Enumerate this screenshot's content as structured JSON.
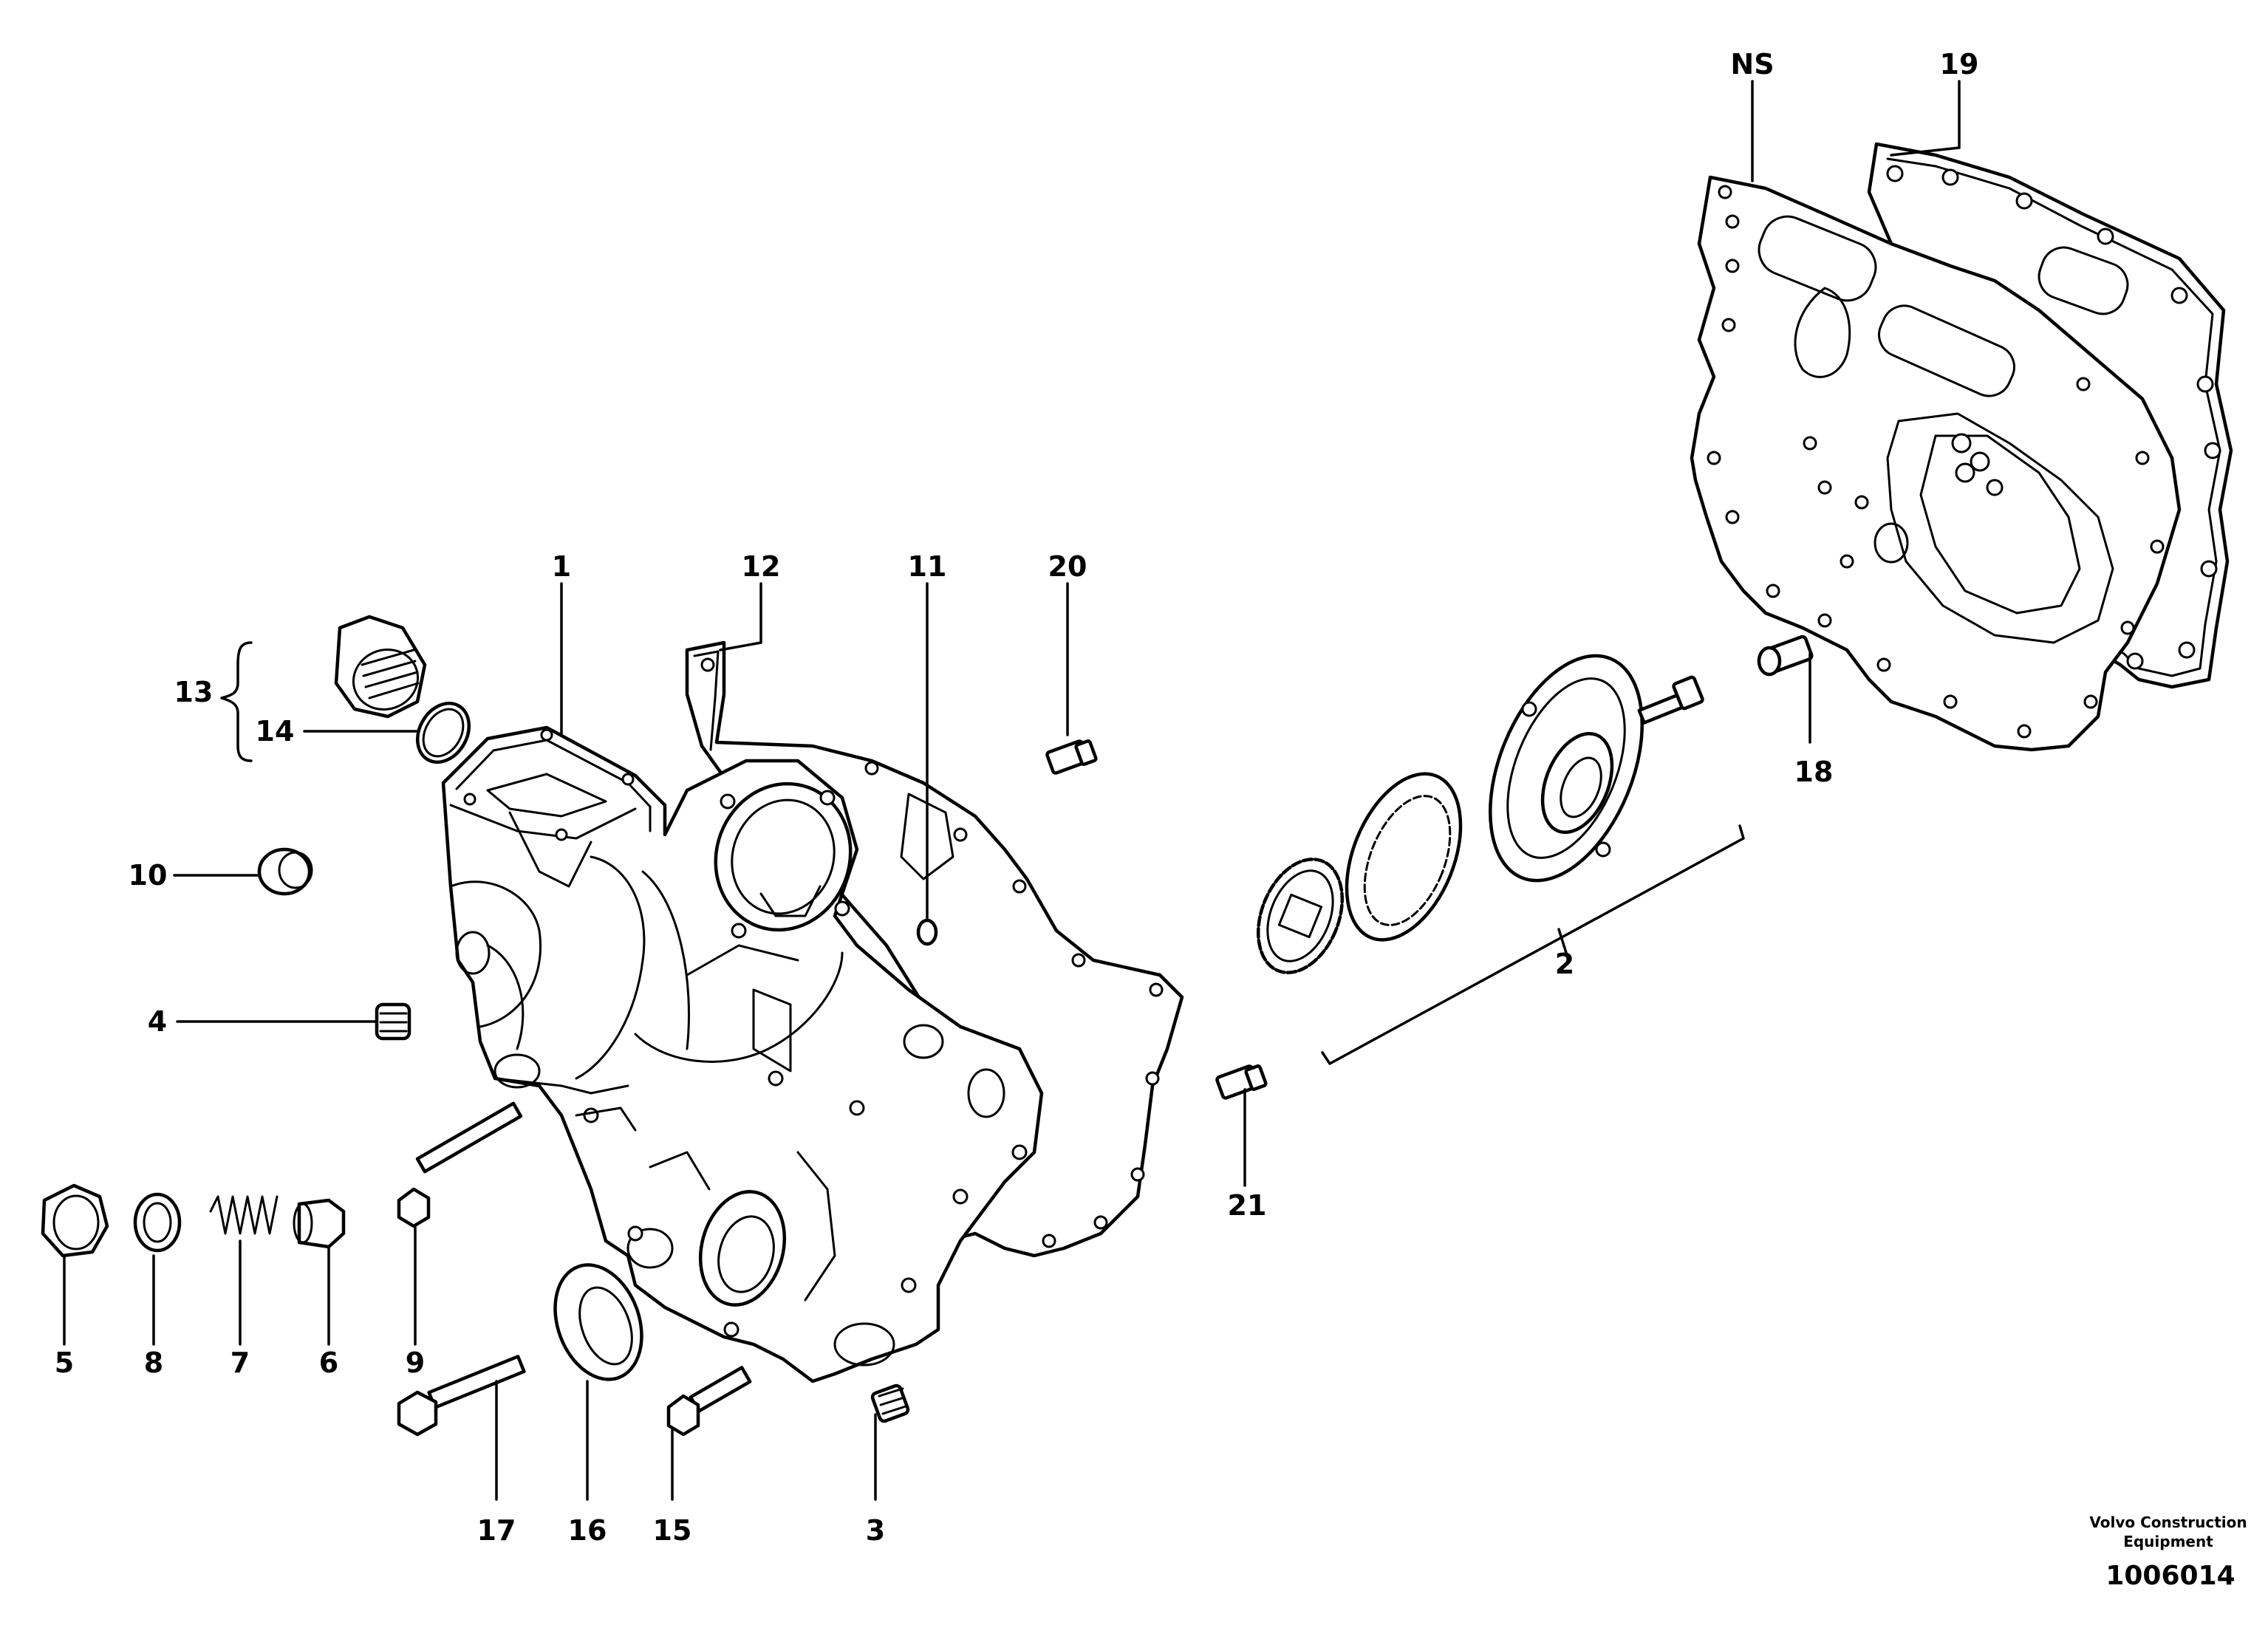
{
  "callouts": {
    "c1": "1",
    "c2": "2",
    "c3": "3",
    "c4": "4",
    "c5": "5",
    "c6": "6",
    "c7": "7",
    "c8": "8",
    "c9": "9",
    "c10": "10",
    "c11": "11",
    "c12": "12",
    "c13": "13",
    "c14": "14",
    "c15": "15",
    "c16": "16",
    "c17": "17",
    "c18": "18",
    "c19": "19",
    "c20": "20",
    "c21": "21",
    "ns": "NS"
  },
  "footer": {
    "brand_line1": "Volvo Construction",
    "brand_line2": "Equipment",
    "drawing_number": "1006014"
  }
}
